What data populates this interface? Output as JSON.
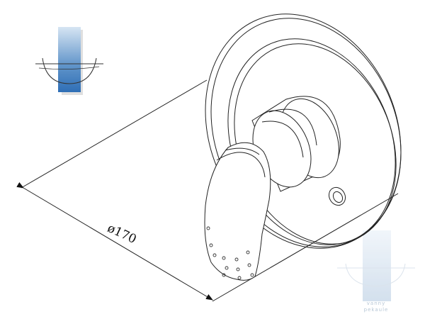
{
  "dimension": {
    "label": "ø170"
  },
  "watermark": {
    "line1": "vanny",
    "line2": "pekaule"
  },
  "icons": {
    "top_left_logo": "bath-logo-icon",
    "bottom_right_watermark": "bath-watermark-icon"
  },
  "colors": {
    "logo_blue_dark": "#2f6fb6",
    "logo_blue_light": "#cfe0f2",
    "line": "#222222",
    "watermark": "#c9d7e6"
  }
}
